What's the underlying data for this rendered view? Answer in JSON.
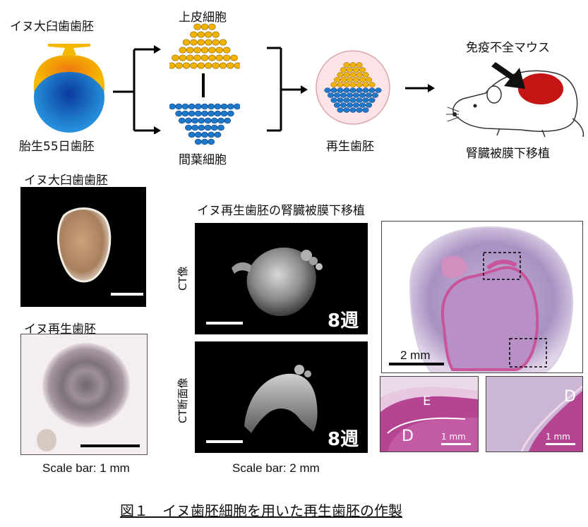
{
  "top": {
    "dog_molar_germ": "イヌ大臼歯歯胚",
    "embryo_day55": "胎生55日歯胚",
    "epithelial_cells": "上皮細胞",
    "mesenchymal_cells": "間葉細胞",
    "regenerated_germ": "再生歯胚",
    "immunodeficient_mouse": "免疫不全マウス",
    "kidney_capsule_transplant": "腎臓被膜下移植"
  },
  "left": {
    "molar_germ_title": "イヌ大臼歯歯胚",
    "regen_germ_title": "イヌ再生歯胚",
    "scale_bar": "Scale bar: 1 mm"
  },
  "middle": {
    "title": "イヌ再生歯胚の腎臓被膜下移植",
    "ct_label": "CT像",
    "ct_section_label": "CT断面像",
    "week_top": "8週",
    "week_bottom": "8週",
    "scale_bar": "Scale bar: 2 mm"
  },
  "right": {
    "scale_main": "2 mm",
    "zoom1_E": "E",
    "zoom1_D": "D",
    "zoom1_scale": "1 mm",
    "zoom2_D": "D",
    "zoom2_scale": "1 mm"
  },
  "caption": "図１　イヌ歯胚細胞を用いた再生歯胚の作製",
  "colors": {
    "epithelium": "#f0b400",
    "mesenchyme": "#1e78c8",
    "kidney": "#c41414",
    "he_pink": "#c8559a"
  }
}
